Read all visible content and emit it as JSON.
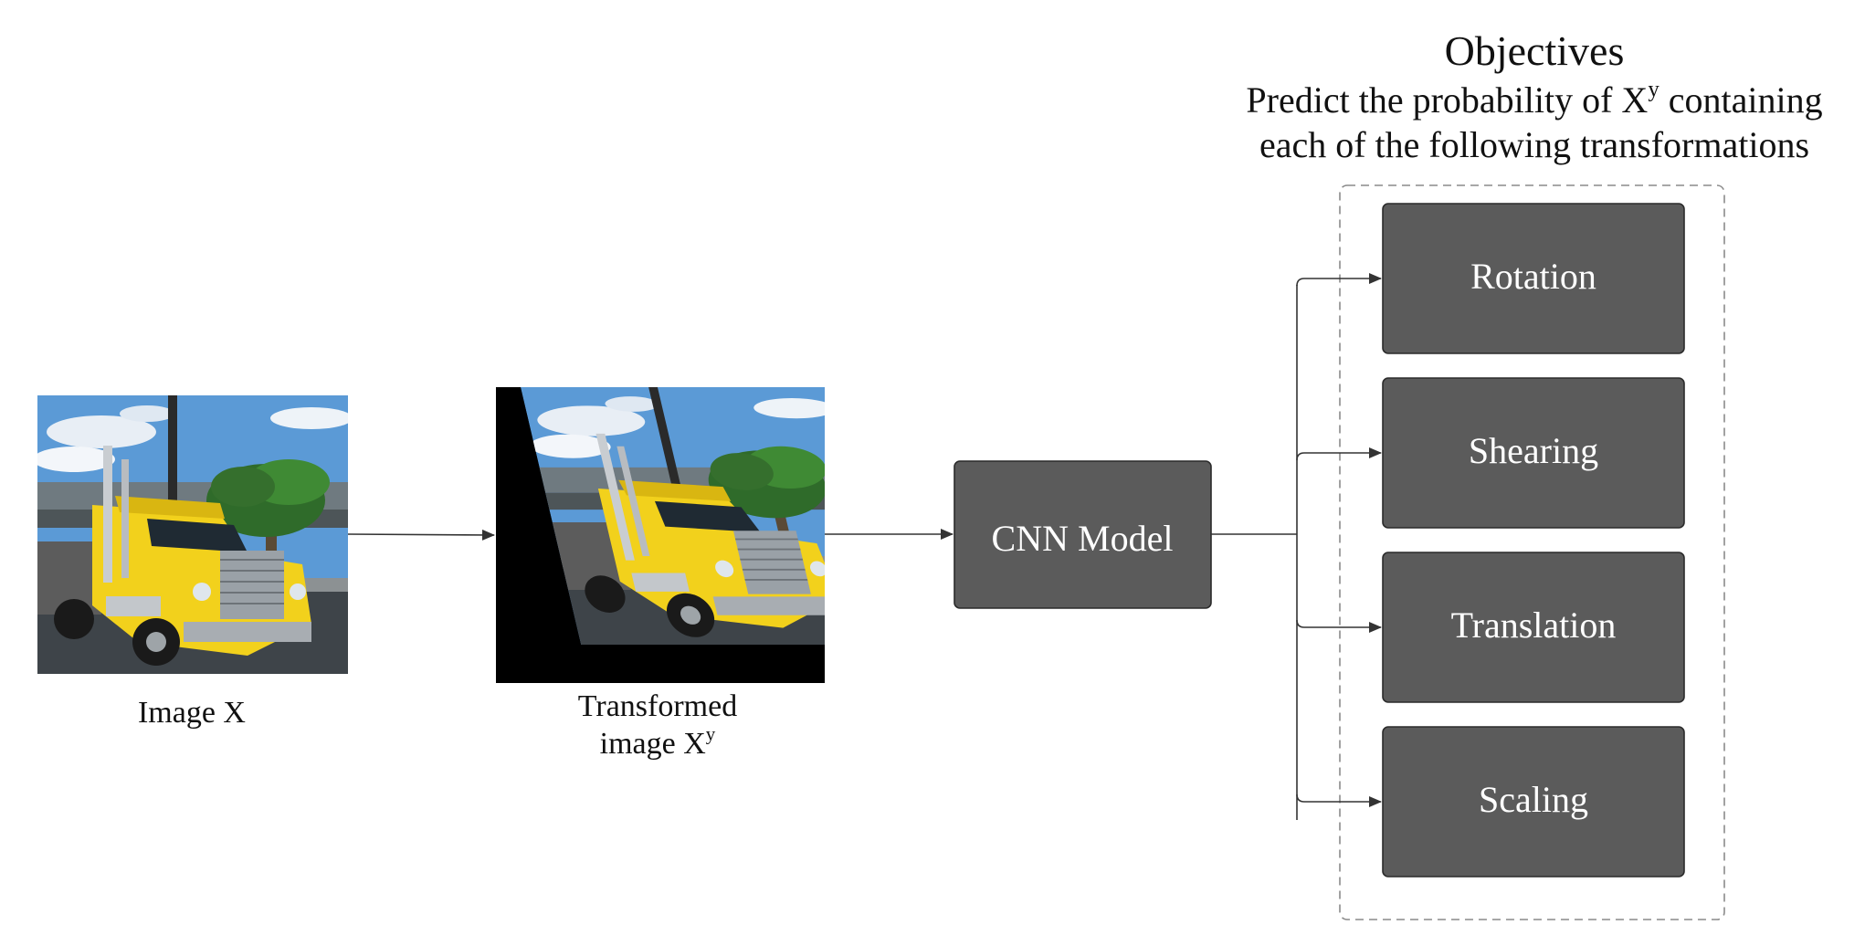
{
  "objectives": {
    "title": "Objectives",
    "subtitle_line1_pre": "Predict the probability of X",
    "subtitle_line1_sup": "y",
    "subtitle_line1_post": " containing",
    "subtitle_line2": "each of the following transformations"
  },
  "image_x": {
    "caption": "Image X"
  },
  "transformed": {
    "caption_line1": "Transformed",
    "caption_line2_pre": "image X",
    "caption_line2_sup": "y"
  },
  "model": {
    "label": "CNN Model"
  },
  "transformations": [
    "Rotation",
    "Shearing",
    "Translation",
    "Scaling"
  ],
  "colors": {
    "box_fill": "#5b5b5b",
    "box_stroke": "#2b2b2b",
    "arrow": "#333333",
    "dashed_border": "#8a8a8a",
    "truck_yellow": "#f2d11c",
    "sky": "#5b9ad6"
  }
}
